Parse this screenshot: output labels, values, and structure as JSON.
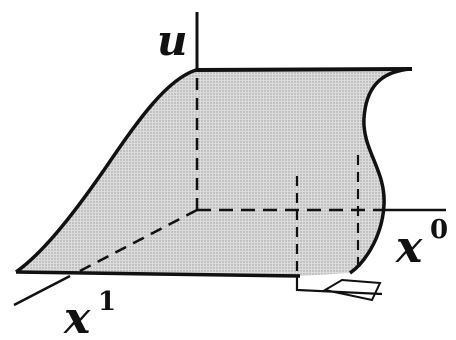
{
  "labels": {
    "u": "u",
    "x0_base": "x",
    "x0_sup": "0",
    "x1_base": "x",
    "x1_sup": "1"
  },
  "colors": {
    "ink": "#111111",
    "fill": "#d4d4d4"
  }
}
